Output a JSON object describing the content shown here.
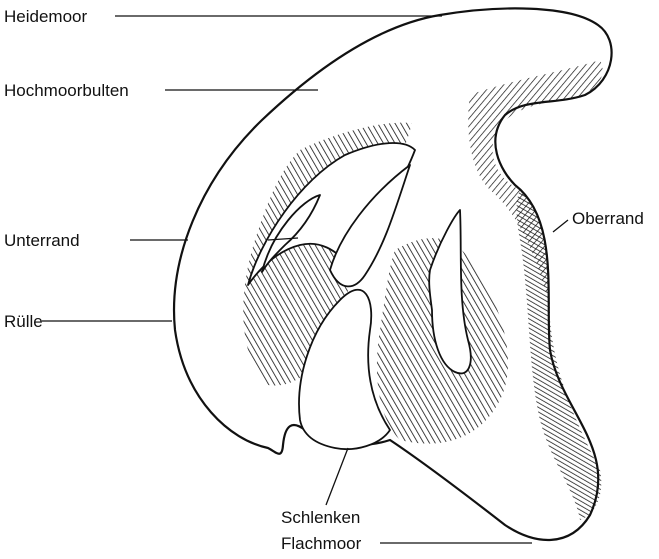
{
  "labels": {
    "heidemoor": "Heidemoor",
    "hochmoorbulten": "Hochmoorbulten",
    "unterrand": "Unterrand",
    "ruelle": "Rülle",
    "oberrand": "Oberrand",
    "schlenken": "Schlenken",
    "flachmoor": "Flachmoor"
  },
  "colors": {
    "ink": "#111111",
    "paper": "#ffffff"
  }
}
